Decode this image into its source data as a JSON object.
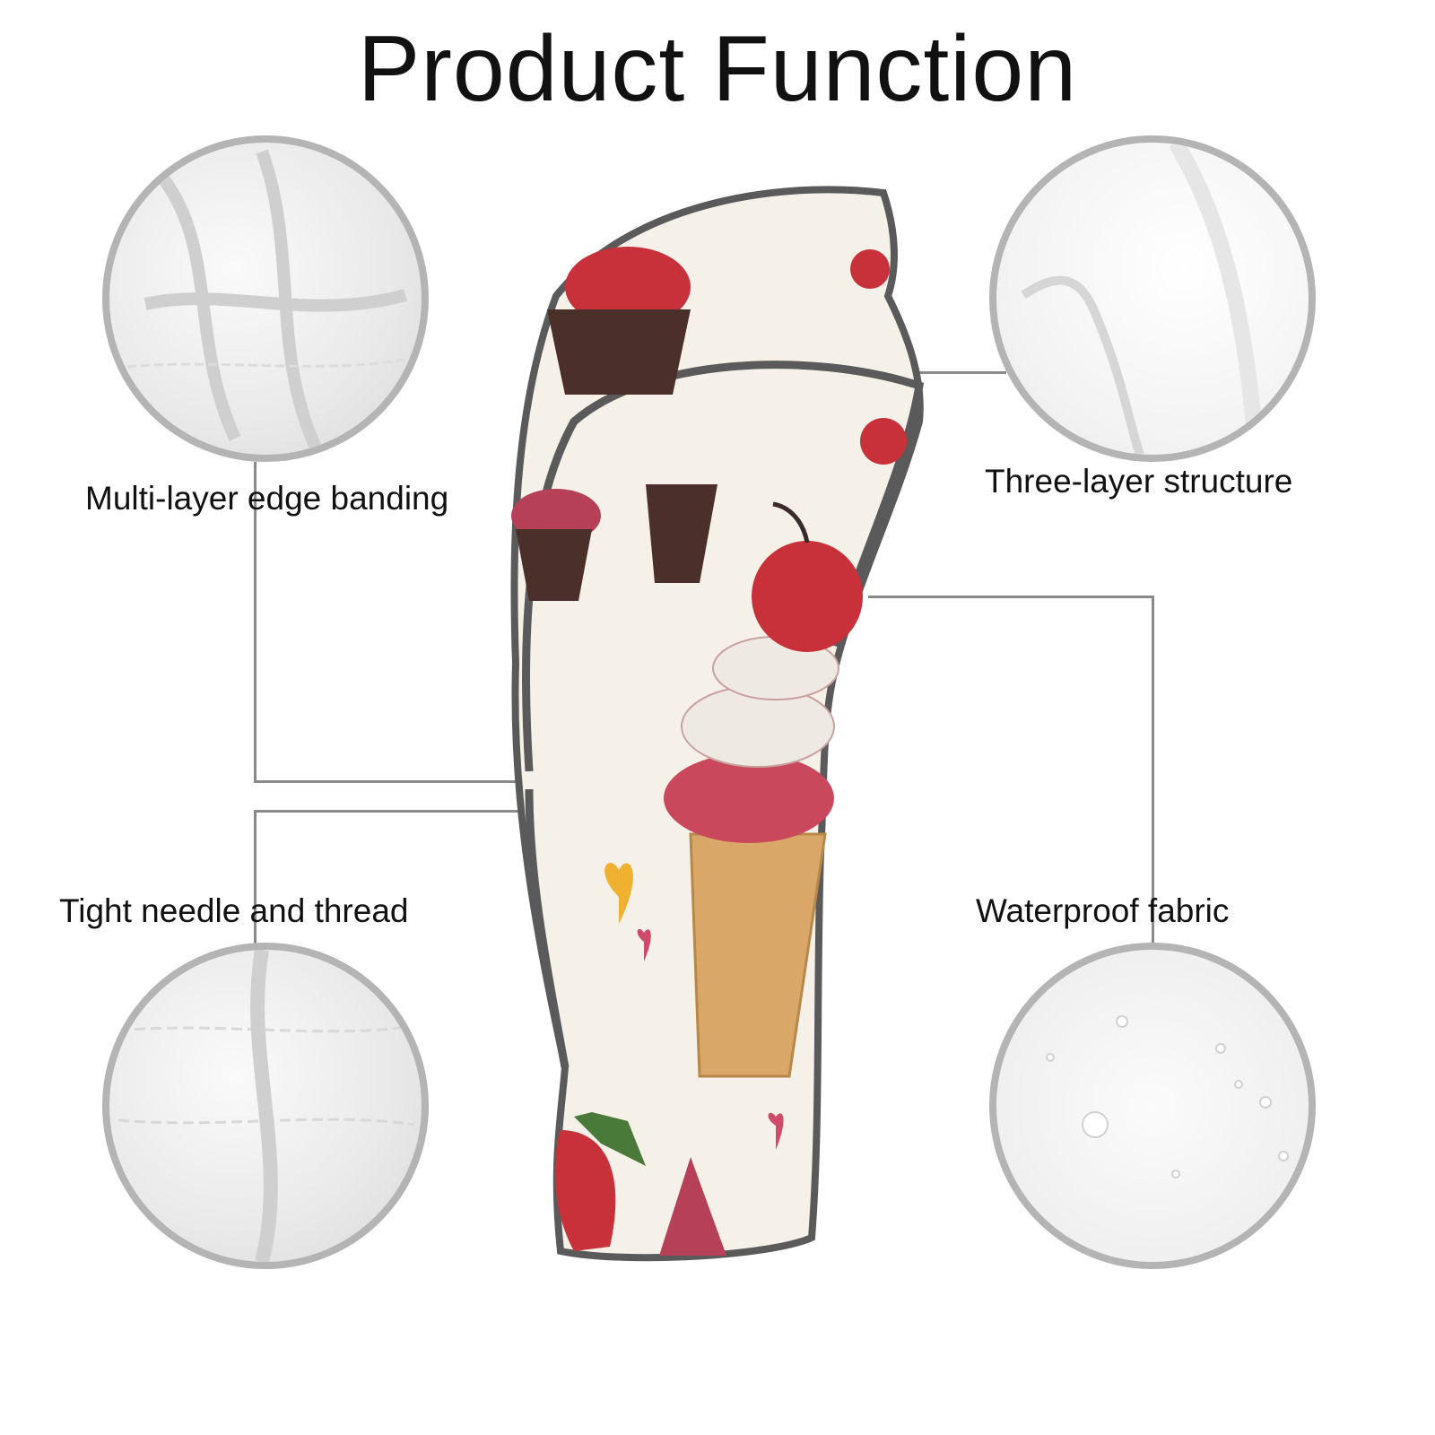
{
  "title": "Product Function",
  "features": [
    {
      "label": "Multi-layer edge banding"
    },
    {
      "label": "Three-layer structure"
    },
    {
      "label": "Tight needle and thread"
    },
    {
      "label": "Waterproof fabric"
    }
  ],
  "colors": {
    "circle_border": "#b4b4b4",
    "trim": "#5a5a5a",
    "fabric": "#f6f1e8",
    "accent_red": "#c8303a"
  }
}
